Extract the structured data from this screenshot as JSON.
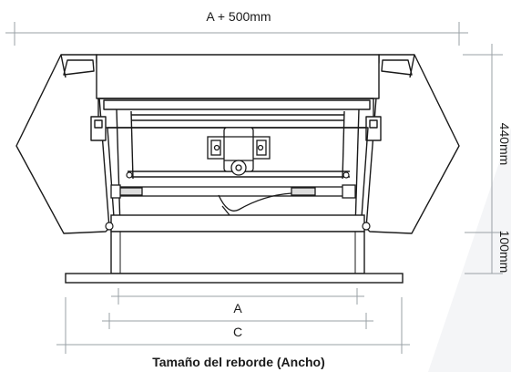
{
  "dimensions": {
    "top_width": "A + 500mm",
    "height_upper": "440mm",
    "height_lower": "100mm",
    "inner_a": "A",
    "inner_c": "C",
    "flange_caption": "Tamaño del reborde (Ancho)"
  },
  "colors": {
    "line": "#1a1a1a",
    "dim_line": "#9aa0a6",
    "background_shade": "#f4f5f7"
  }
}
